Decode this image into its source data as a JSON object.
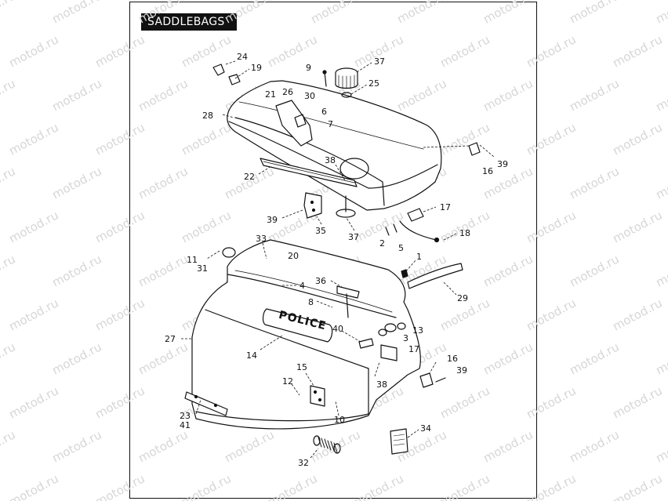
{
  "title": "SADDLEBAGS",
  "watermark": "motod.ru",
  "lid_marking": "POLICE",
  "callouts": [
    {
      "label": "24"
    },
    {
      "label": "19"
    },
    {
      "label": "9"
    },
    {
      "label": "37"
    },
    {
      "label": "25"
    },
    {
      "label": "21"
    },
    {
      "label": "26"
    },
    {
      "label": "30"
    },
    {
      "label": "6"
    },
    {
      "label": "7"
    },
    {
      "label": "28"
    },
    {
      "label": "16"
    },
    {
      "label": "39"
    },
    {
      "label": "22"
    },
    {
      "label": "38"
    },
    {
      "label": "39"
    },
    {
      "label": "35"
    },
    {
      "label": "37"
    },
    {
      "label": "17"
    },
    {
      "label": "2"
    },
    {
      "label": "5"
    },
    {
      "label": "18"
    },
    {
      "label": "33"
    },
    {
      "label": "11"
    },
    {
      "label": "31"
    },
    {
      "label": "20"
    },
    {
      "label": "4"
    },
    {
      "label": "1"
    },
    {
      "label": "36"
    },
    {
      "label": "8"
    },
    {
      "label": "29"
    },
    {
      "label": "27"
    },
    {
      "label": "40"
    },
    {
      "label": "13"
    },
    {
      "label": "3"
    },
    {
      "label": "17"
    },
    {
      "label": "14"
    },
    {
      "label": "16"
    },
    {
      "label": "39"
    },
    {
      "label": "15"
    },
    {
      "label": "12"
    },
    {
      "label": "38"
    },
    {
      "label": "10"
    },
    {
      "label": "23"
    },
    {
      "label": "41"
    },
    {
      "label": "34"
    },
    {
      "label": "32"
    }
  ]
}
